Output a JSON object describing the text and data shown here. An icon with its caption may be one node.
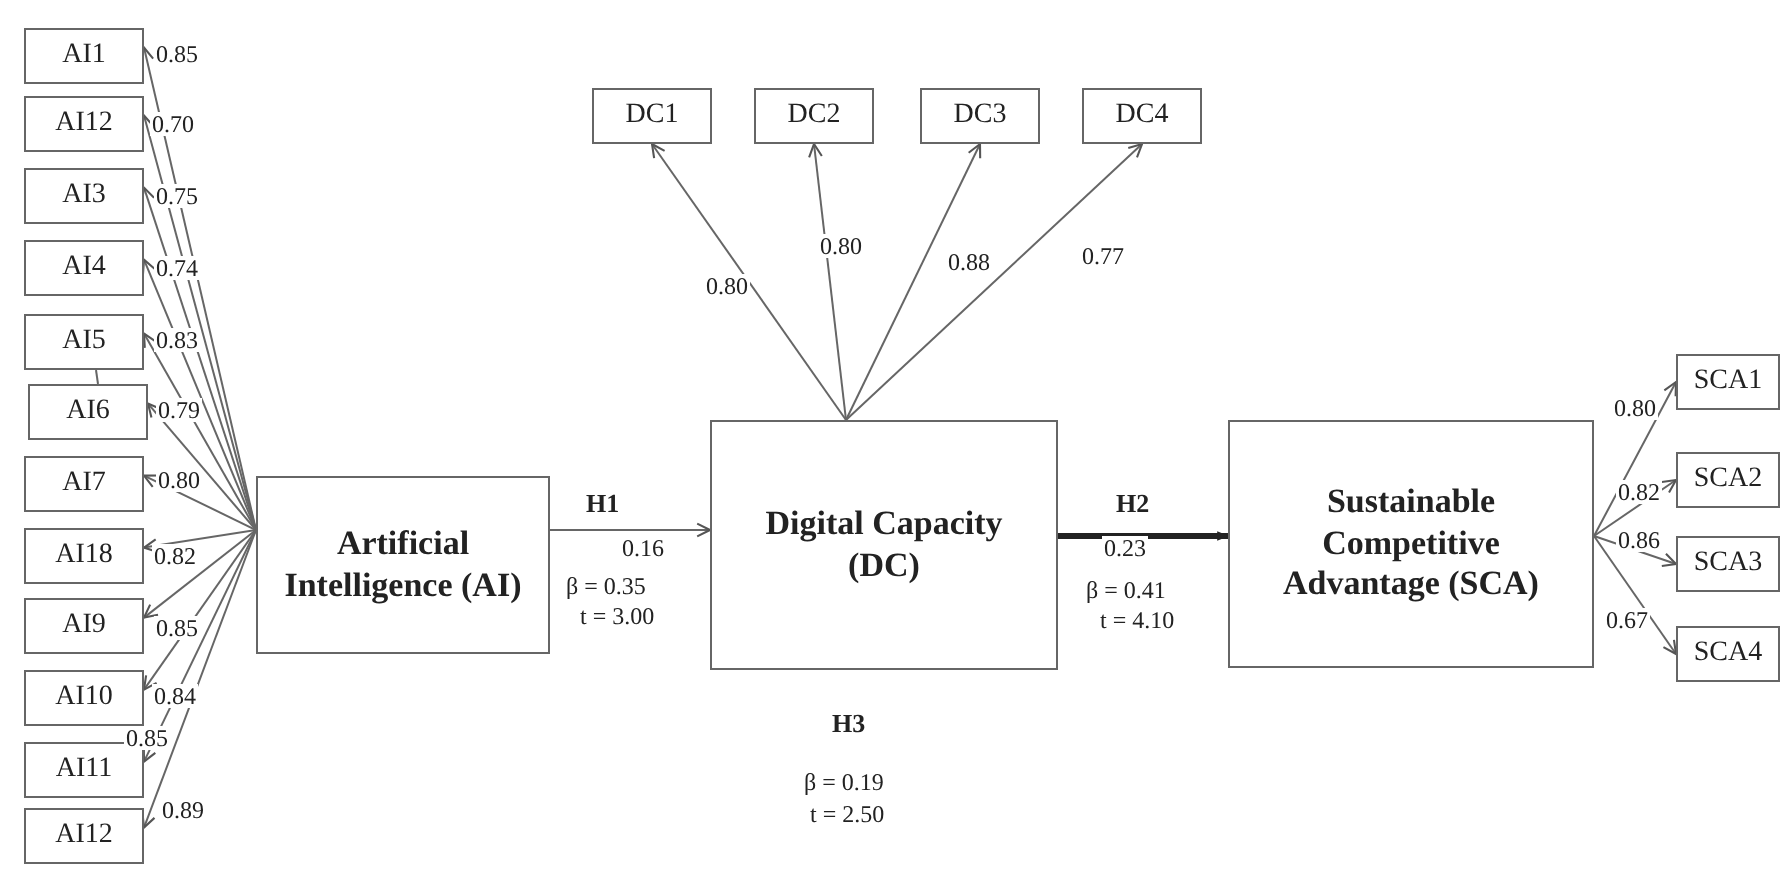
{
  "diagram": {
    "nodes": [
      {
        "text": [
          "AI1"
        ]
      },
      {
        "text": [
          "AI12"
        ]
      },
      {
        "text": [
          "AI3"
        ]
      },
      {
        "text": [
          "AI4"
        ]
      },
      {
        "text": [
          "AI5"
        ]
      },
      {
        "text": [
          "AI6"
        ]
      },
      {
        "text": [
          "AI7"
        ]
      },
      {
        "text": [
          "AI18"
        ]
      },
      {
        "text": [
          "AI9"
        ]
      },
      {
        "text": [
          "AI10"
        ]
      },
      {
        "text": [
          "AI11"
        ]
      },
      {
        "text": [
          "AI12"
        ]
      },
      {
        "text": [
          "DC1"
        ]
      },
      {
        "text": [
          "DC2"
        ]
      },
      {
        "text": [
          "DC3"
        ]
      },
      {
        "text": [
          "DC4"
        ]
      },
      {
        "text": [
          "Artificial Intelligence (AI)"
        ]
      },
      {
        "text": [
          "Digital Capacity (DC)"
        ]
      },
      {
        "text": [
          "Sustainable Competitive Advantage (SCA)"
        ]
      },
      {
        "text": [
          "SCA1"
        ]
      },
      {
        "text": [
          "SCA2"
        ]
      },
      {
        "text": [
          "SCA3"
        ]
      },
      {
        "text": [
          "SCA4"
        ]
      }
    ],
    "edges": [
      {
        "from": 16,
        "to": 0,
        "arrow": "to",
        "label": "0.85"
      },
      {
        "from": 16,
        "to": 1,
        "arrow": "to",
        "label": "0.70"
      },
      {
        "from": 16,
        "to": 2,
        "arrow": "to",
        "label": "0.75"
      },
      {
        "from": 16,
        "to": 3,
        "arrow": "to",
        "label": "0.74"
      },
      {
        "from": 16,
        "to": 4,
        "arrow": "to",
        "label": "0.83"
      },
      {
        "from": 16,
        "to": 5,
        "arrow": "to",
        "label": "0.79"
      },
      {
        "from": 16,
        "to": 6,
        "arrow": "to",
        "label": "0.80"
      },
      {
        "from": 16,
        "to": 7,
        "arrow": "to",
        "label": "0.82"
      },
      {
        "from": 16,
        "to": 8,
        "arrow": "to",
        "label": "0.85"
      },
      {
        "from": 16,
        "to": 9,
        "arrow": "to",
        "label": "0.84"
      },
      {
        "from": 16,
        "to": 10,
        "arrow": "to",
        "label": "0.85"
      },
      {
        "from": 16,
        "to": 11,
        "arrow": "to",
        "label": "0.89"
      },
      {
        "from": 17,
        "to": 12,
        "arrow": "to",
        "label": "0.80"
      },
      {
        "from": 17,
        "to": 13,
        "arrow": "to",
        "label": "0.80"
      },
      {
        "from": 17,
        "to": 14,
        "arrow": "to",
        "label": "0.88"
      },
      {
        "from": 17,
        "to": 15,
        "arrow": "to",
        "label": "0.77"
      },
      {
        "from": 16,
        "to": 17,
        "arrow": "to",
        "label": "0.16"
      },
      {
        "from": 17,
        "to": 18,
        "arrow": "to",
        "label": "0.23",
        "style": "thick"
      },
      {
        "from": 18,
        "to": 19,
        "arrow": "to",
        "label": "0.80"
      },
      {
        "from": 18,
        "to": 20,
        "arrow": "to",
        "label": "0.82"
      },
      {
        "from": 18,
        "to": 21,
        "arrow": "to",
        "label": "0.86"
      },
      {
        "from": 18,
        "to": 22,
        "arrow": "to",
        "label": "0.67"
      },
      {
        "from": 4,
        "to": 5,
        "arrow": "none"
      }
    ],
    "labels": [
      "H1",
      "β = 0.35",
      "t = 3.00",
      "H2",
      "β = 0.41",
      "t = 4.10",
      "H3",
      "β = 0.19",
      "t = 2.50"
    ]
  }
}
